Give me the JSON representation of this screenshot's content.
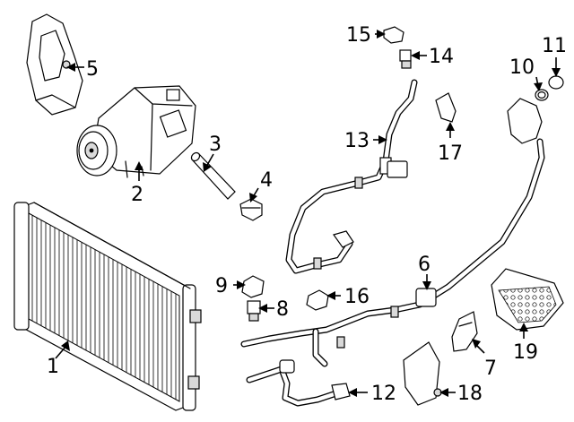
{
  "diagram": {
    "callouts": [
      {
        "id": "1",
        "text": "1"
      },
      {
        "id": "2",
        "text": "2"
      },
      {
        "id": "3",
        "text": "3"
      },
      {
        "id": "4",
        "text": "4"
      },
      {
        "id": "5",
        "text": "5"
      },
      {
        "id": "6",
        "text": "6"
      },
      {
        "id": "7",
        "text": "7"
      },
      {
        "id": "8",
        "text": "8"
      },
      {
        "id": "9",
        "text": "9"
      },
      {
        "id": "10",
        "text": "10"
      },
      {
        "id": "11",
        "text": "11"
      },
      {
        "id": "12",
        "text": "12"
      },
      {
        "id": "13",
        "text": "13"
      },
      {
        "id": "14",
        "text": "14"
      },
      {
        "id": "15",
        "text": "15"
      },
      {
        "id": "16",
        "text": "16"
      },
      {
        "id": "17",
        "text": "17"
      },
      {
        "id": "18",
        "text": "18"
      },
      {
        "id": "19",
        "text": "19"
      }
    ],
    "colors": {
      "line": "#000000",
      "background": "#ffffff",
      "shade": "#d9d9d9"
    }
  }
}
